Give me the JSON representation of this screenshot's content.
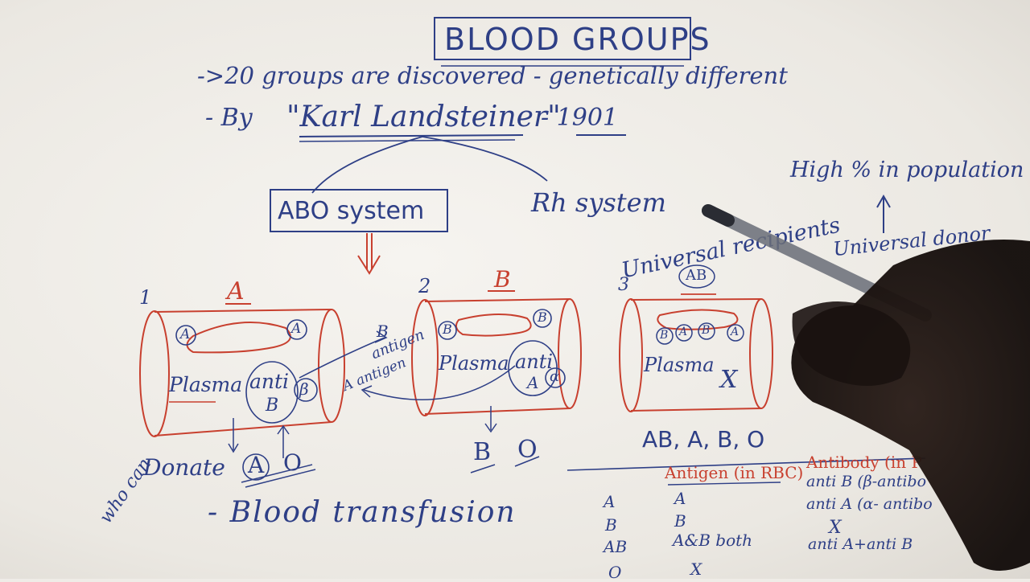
{
  "title": "BLOOD GROUPS",
  "intro": {
    "line1": "->20 groups are discovered - genetically different",
    "line2_prefix": "- By",
    "discoverer": "\"Karl Landsteiner\"",
    "year": "- 1901"
  },
  "systems": {
    "abo": "ABO system",
    "rh": "Rh system"
  },
  "right_notes": {
    "high_pct": "High % in population",
    "universal_donor": "Universal donor",
    "universal_recipient": "Universal recipients"
  },
  "cells": [
    {
      "number": "1",
      "group": "A",
      "antigen_letter": "A",
      "plasma_label": "Plasma",
      "antibody_top": "anti",
      "antibody_bottom": "B",
      "antibody_symbol": "β",
      "donate_to": "A, O"
    },
    {
      "number": "2",
      "group": "B",
      "antigen_letter": "B",
      "plasma_label": "Plasma",
      "antibody_top": "anti",
      "antibody_bottom": "A",
      "antibody_symbol": "α",
      "donate_to": "B, O"
    },
    {
      "number": "3",
      "group": "AB",
      "antigen_labels": [
        "B",
        "A",
        "B",
        "A"
      ],
      "plasma_label": "Plasma",
      "antibody_none": "X"
    }
  ],
  "arrow_labels": {
    "b_antigen_1": "B",
    "b_antigen_2": "antigen",
    "a_antigen": "A antigen"
  },
  "who_can_donate": {
    "side": "who can",
    "label": "Donate",
    "a": "A",
    "o": "O"
  },
  "b_donate": {
    "b": "B",
    "o": "O"
  },
  "ab_list": "AB, A, B, O",
  "transfusion": "- Blood transfusion",
  "table": {
    "headers": [
      "Antigen (in RBC)",
      "Antibody (in P"
    ],
    "rows": [
      {
        "group": "A",
        "antigen": "A",
        "antibody": "anti B (β-antibo"
      },
      {
        "group": "B",
        "antigen": "B",
        "antibody": "anti A (α- antibo"
      },
      {
        "group": "AB",
        "antigen": "A&B both",
        "antibody": "X"
      },
      {
        "group": "O",
        "antigen": "X",
        "antibody": "anti A+anti B"
      }
    ]
  },
  "colors": {
    "ink_blue": "#2e3f86",
    "ink_red": "#c8402f",
    "paper": "#f3f1ed"
  }
}
